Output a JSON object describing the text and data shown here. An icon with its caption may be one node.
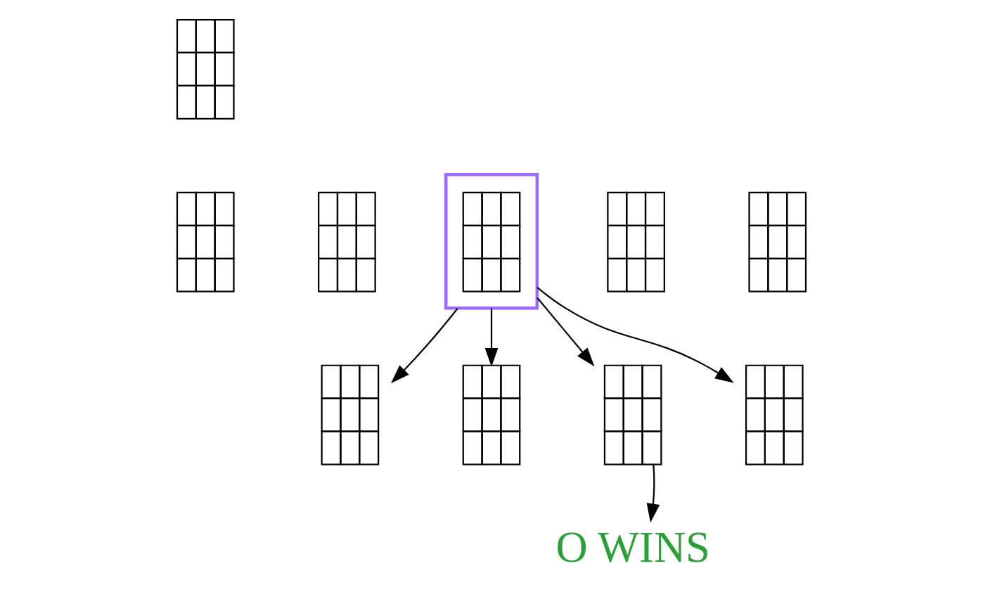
{
  "diagram": {
    "nodes": [
      {
        "text": [],
        "shape": "picture"
      },
      {
        "text": [],
        "shape": "picture"
      },
      {
        "text": [],
        "shape": "picture"
      },
      {
        "text": [],
        "shape": "picture"
      },
      {
        "text": [],
        "shape": "picture"
      },
      {
        "text": [],
        "shape": "picture"
      },
      {
        "text": [],
        "shape": "picture"
      },
      {
        "text": [],
        "shape": "picture"
      },
      {
        "text": [],
        "shape": "picture"
      },
      {
        "text": [],
        "shape": "picture"
      },
      {
        "text": [
          "O WINS"
        ]
      }
    ],
    "edges": [
      {
        "from": 3,
        "to": 6,
        "arrow": "to"
      },
      {
        "from": 3,
        "to": 7,
        "arrow": "to"
      },
      {
        "from": 3,
        "to": 8,
        "arrow": "to"
      },
      {
        "from": 3,
        "to": 9,
        "arrow": "to"
      },
      {
        "from": 8,
        "to": 10,
        "arrow": "to"
      }
    ]
  }
}
